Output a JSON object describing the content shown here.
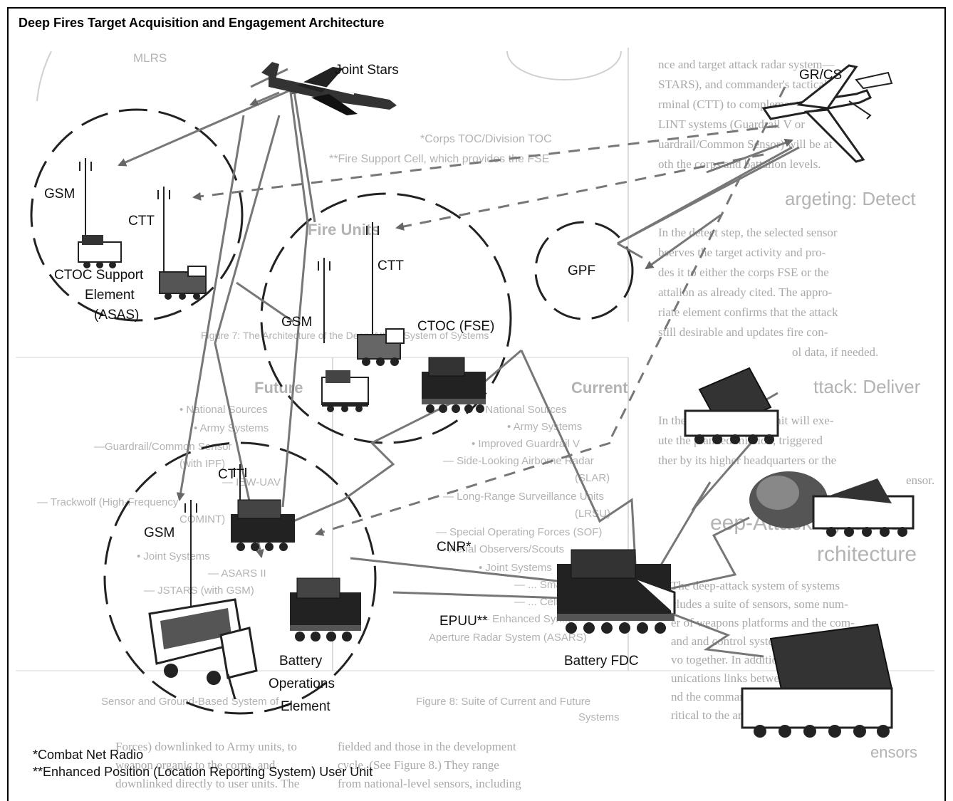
{
  "header": {
    "title": "Deep Fires Target Acquisition and Engagement Architecture"
  },
  "labels": {
    "joint_stars": "Joint Stars",
    "grcs": "GR/CS",
    "gsm_left": "GSM",
    "ctt_left": "CTT",
    "ctoc_support_line1": "CTOC Support",
    "ctoc_support_line2": "Element",
    "ctoc_support_line3": "(ASAS)",
    "ctt_center": "CTT",
    "gsm_center": "GSM",
    "ctoc_fse": "CTOC (FSE)",
    "gpf": "GPF",
    "ctt_bottom": "CTT",
    "gsm_bottom": "GSM",
    "cnr": "CNR*",
    "epuu": "EPUU**",
    "battery_ops_line1": "Battery",
    "battery_ops_line2": "Operations",
    "battery_ops_line3": "Element",
    "battery_fdc": "Battery FDC"
  },
  "footnotes": {
    "cnr": "*Combat Net Radio",
    "epuu": "**Enhanced Position (Location Reporting System) User Unit"
  },
  "background": {
    "right_col": [
      "nce and target attack radar system—",
      "STARS), and commander's tactical",
      "rminal (CTT) to complement the",
      "LINT systems (Guardrail V or",
      "uardrail/Common Sensor) will be at",
      "oth the corps and battalion levels."
    ],
    "heading_detect": "argeting: Detect",
    "detect_col": [
      "In the detect step, the selected sensor",
      "bserves the target activity and pro-",
      "des it to either the corps FSE or the",
      "attalion as already cited. The appro-",
      "riate element confirms that the attack",
      "still desirable and updates fire con-",
      "ol data, if needed."
    ],
    "heading_deliver": "ttack: Deliver",
    "deliver_col": [
      "In the deliver step, the unit will exe-",
      "ute the planned mission, triggered",
      "ther by its higher headquarters or the",
      "ensor."
    ],
    "heading_arch1": "eep-Attack Systems",
    "heading_arch2": "rchitecture",
    "arch_col": [
      "The deep-attack system of systems",
      "cludes a suite of sensors, some num-",
      "er of weapons platforms and the com-",
      "and and control system that ties the",
      "vo together. In addition, the com-",
      "unications links between sensors",
      "nd the command and control system is",
      "ritical to the architecture's operation."
    ],
    "heading_sensors": "ensors",
    "center_notes": [
      "*Corps TOC/Division TOC",
      "**Fire Support Cell, which provides the FSE"
    ],
    "fire_units": "Fire Units",
    "fig7_caption": "Figure 7: The Architecture of the Deep-Attack System of Systems",
    "current_heading": "Current",
    "current_items": [
      "• National Sources",
      "• Army Systems",
      "• Improved Guardrail V",
      "— Side-Looking Airborne Radar",
      "(SLAR)",
      "— Long-Range Surveillance Units",
      "(LRSU)",
      "— Special Operating Forces (SOF)",
      "— Aerial Observers/Scouts",
      "• Joint Systems",
      "— ... Smart",
      "— ... Cell",
      "— Enhanced Syn...",
      "Aperture Radar System (ASARS)"
    ],
    "future_heading": "Future",
    "future_items": [
      "• National Sources",
      "• Army Systems",
      "—Guardrail/Common Sensor",
      "(with IPF)",
      "— IEW-UAV",
      "— Trackwolf (High-Frequency",
      "COMINT)",
      "• Joint Systems",
      "— ASARS II",
      "— JSTARS (with GSM)"
    ],
    "fig8_caption_line1": "Figure 8: Suite of Current and Future",
    "fig8_caption_line2": "Systems",
    "left_caption": "Sensor and Ground-Based System of",
    "bottom_left_col": [
      "Forces) downlinked to Army units, to",
      "weapon organic to the corps, and",
      "downlinked directly to user units. The"
    ],
    "bottom_center_col": [
      "fielded and those in the development",
      "cycle. (See Figure 8.) They range",
      "from national-level sensors, including"
    ],
    "mlrs": "MLRS"
  }
}
